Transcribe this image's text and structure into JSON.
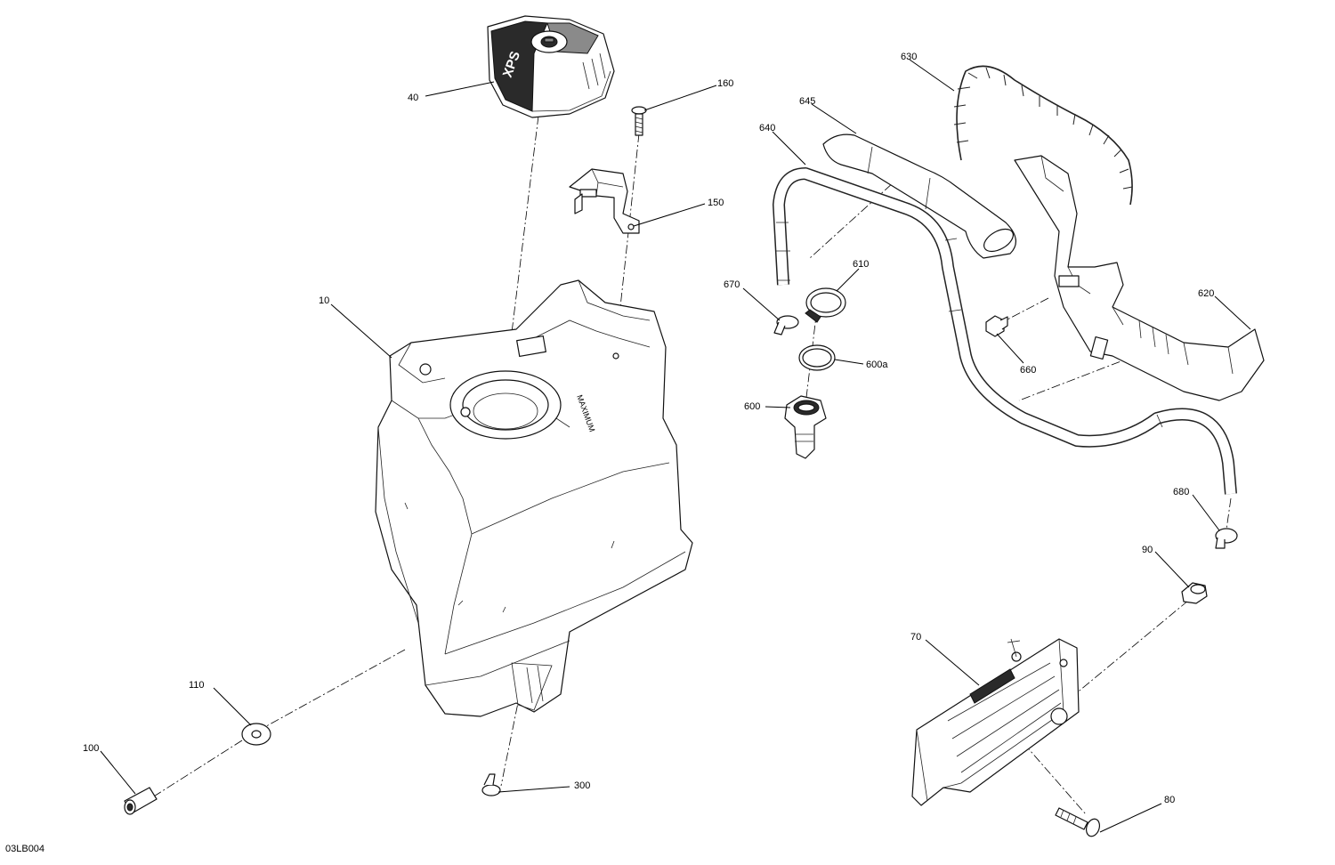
{
  "drawing_code": "03LB004",
  "callouts": [
    {
      "id": "c10",
      "label": "10"
    },
    {
      "id": "c40",
      "label": "40"
    },
    {
      "id": "c70",
      "label": "70"
    },
    {
      "id": "c80",
      "label": "80"
    },
    {
      "id": "c90",
      "label": "90"
    },
    {
      "id": "c100",
      "label": "100"
    },
    {
      "id": "c110",
      "label": "110"
    },
    {
      "id": "c150",
      "label": "150"
    },
    {
      "id": "c160",
      "label": "160"
    },
    {
      "id": "c300",
      "label": "300"
    },
    {
      "id": "c600",
      "label": "600"
    },
    {
      "id": "c600a",
      "label": "600a"
    },
    {
      "id": "c610",
      "label": "610"
    },
    {
      "id": "c620",
      "label": "620"
    },
    {
      "id": "c630",
      "label": "630"
    },
    {
      "id": "c640",
      "label": "640"
    },
    {
      "id": "c645",
      "label": "645"
    },
    {
      "id": "c660",
      "label": "660"
    },
    {
      "id": "c670",
      "label": "670"
    },
    {
      "id": "c680",
      "label": "680"
    }
  ],
  "cap_marking": "XPS",
  "tank_marking": "MAXIMUM"
}
